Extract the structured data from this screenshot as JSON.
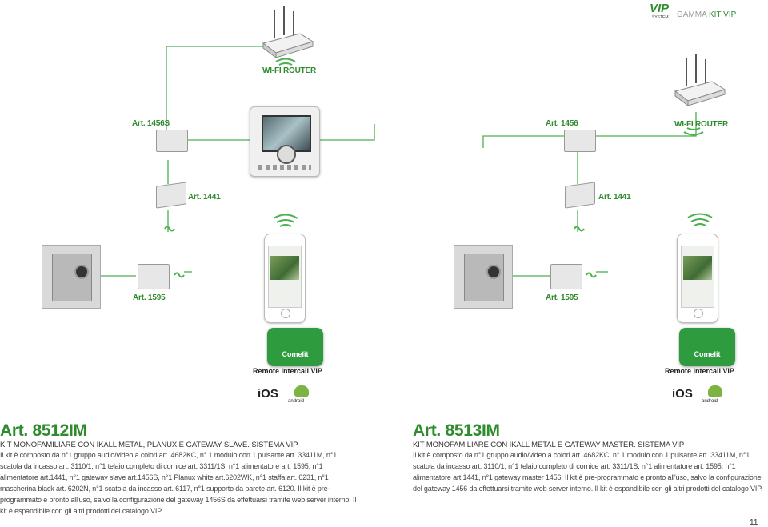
{
  "header": {
    "logo_text": "VIP",
    "logo_sub": "SYSTEM",
    "gamma_label": "GAMMA",
    "kit_label": "KIT VIP"
  },
  "diagram_left": {
    "router_label": "WI-FI ROUTER",
    "gateway_label": "Art. 1456S",
    "power_label": "Art. 1441",
    "supply_label": "Art. 1595",
    "app_brand": "Comelit",
    "app_name": "Remote Intercall ViP",
    "os_ios": "iOS",
    "os_android": "android"
  },
  "diagram_right": {
    "router_label": "WI-FI ROUTER",
    "gateway_label": "Art. 1456",
    "power_label": "Art. 1441",
    "supply_label": "Art. 1595",
    "app_brand": "Comelit",
    "app_name": "Remote Intercall ViP",
    "os_ios": "iOS",
    "os_android": "android"
  },
  "articles": [
    {
      "title": "Art. 8512IM",
      "subtitle": "KIT MONOFAMILIARE CON iKALL METAL, PLANUX E GATEWAY SLAVE. SISTEMA VIP",
      "body": "Il kit è composto da n°1 gruppo audio/video a colori art. 4682KC, n° 1 modulo con 1 pulsante art. 33411M, n°1 scatola da incasso art. 3110/1, n°1 telaio completo di cornice art. 3311/1S, n°1 alimentatore art. 1595, n°1 alimentatore art.1441, n°1 gateway slave art.1456S, n°1 Planux white art.6202WK, n°1 staffa art. 6231, n°1 mascherina black art. 6202N, n°1 scatola da incasso art. 6117, n°1 supporto da parete art. 6120. Il kit è pre-programmato e pronto all'uso, salvo la configurazione del gateway 1456S da effettuarsi tramite web server interno. Il kit è espandibile con gli altri prodotti del catalogo VIP."
    },
    {
      "title": "Art. 8513IM",
      "subtitle": "KIT MONOFAMILIARE CON iKALL METAL E GATEWAY MASTER. SISTEMA VIP",
      "body": "Il kit è composto da n°1 gruppo audio/video a colori art. 4682KC, n° 1 modulo con 1 pulsante art. 33411M, n°1 scatola da incasso art. 3110/1, n°1 telaio completo di cornice art. 3311/1S, n°1 alimentatore art. 1595, n°1 alimentatore art.1441, n°1 gateway master 1456. Il kit è pre-programmato e pronto all'uso, salvo la configurazione del gateway 1456 da effettuarsi tramite web server interno. Il kit è espandibile con gli altri prodotti del catalogo VIP."
    }
  ],
  "footer": {
    "page_number": "11"
  },
  "colors": {
    "accent": "#2e8b2e",
    "wire": "#4caf50",
    "app_green": "#2e9b3e"
  }
}
